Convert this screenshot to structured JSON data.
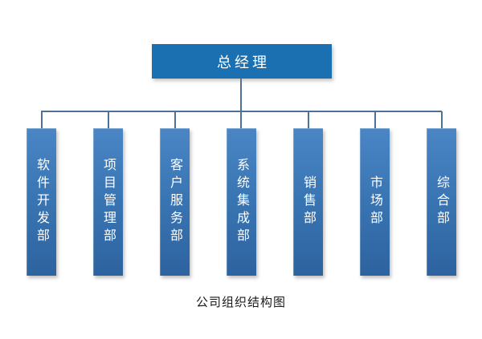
{
  "caption": "公司组织结构图",
  "root": {
    "label": "总经理"
  },
  "departments": [
    {
      "label": "软件开发部"
    },
    {
      "label": "项目管理部"
    },
    {
      "label": "客户服务部"
    },
    {
      "label": "系统集成部"
    },
    {
      "label": "销售部"
    },
    {
      "label": "市场部"
    },
    {
      "label": "综合部"
    }
  ],
  "colors": {
    "root_box": "#1b70b2",
    "dept_box_gradient_top": "#4a86c5",
    "dept_box_gradient_bottom": "#2d639f",
    "connector_line": "#4d7296",
    "node_text": "#ffffff",
    "caption_text": "#1a1a1a",
    "background": "#ffffff"
  },
  "hierarchy": {
    "type": "org-chart",
    "root": "总经理",
    "children": [
      "软件开发部",
      "项目管理部",
      "客户服务部",
      "系统集成部",
      "销售部",
      "市场部",
      "综合部"
    ]
  }
}
